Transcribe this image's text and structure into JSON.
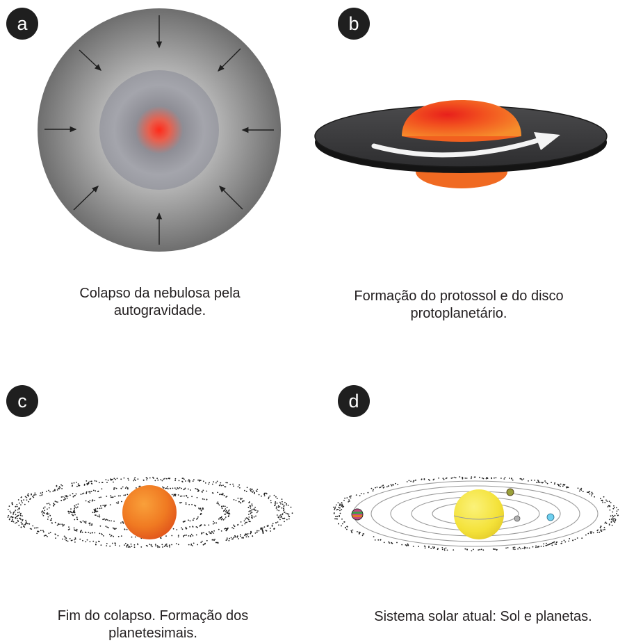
{
  "panels": [
    {
      "label": "a",
      "caption_line1": "Colapso da nebulosa pela",
      "caption_line2": "autogravidade."
    },
    {
      "label": "b",
      "caption_line1": "Formação do protossol e do disco",
      "caption_line2": "protoplanetário."
    },
    {
      "label": "c",
      "caption_line1": "Fim do colapso. Formação dos",
      "caption_line2": "planetesimais."
    },
    {
      "label": "d",
      "caption_line1": "Sistema solar atual: Sol e planetas.",
      "caption_line2": ""
    }
  ]
}
